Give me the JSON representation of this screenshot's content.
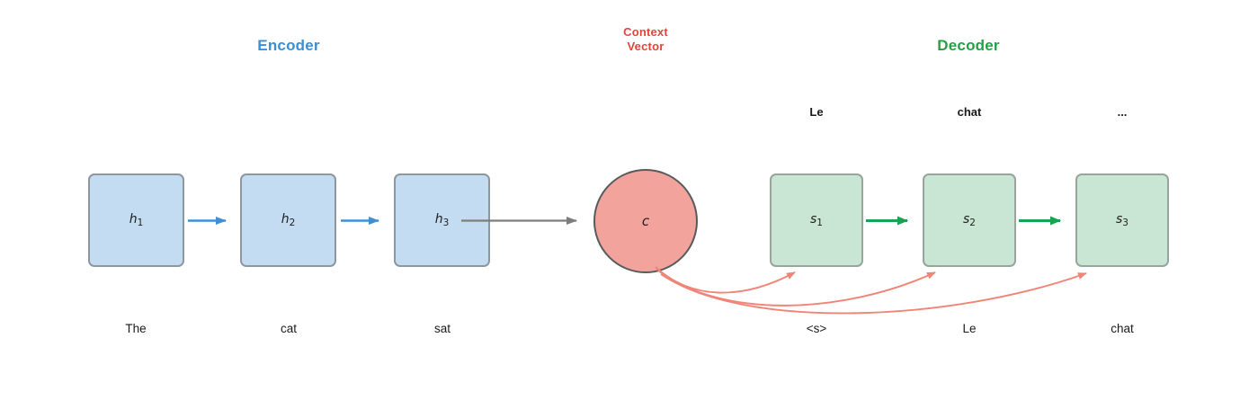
{
  "titles": {
    "encoder": "Encoder",
    "context_line1": "Context",
    "context_line2": "Vector",
    "decoder": "Decoder"
  },
  "encoder": {
    "nodes": [
      {
        "base": "h",
        "sub": "1",
        "word": "The"
      },
      {
        "base": "h",
        "sub": "2",
        "word": "cat"
      },
      {
        "base": "h",
        "sub": "3",
        "word": "sat"
      }
    ]
  },
  "context": {
    "label": "c"
  },
  "decoder": {
    "nodes": [
      {
        "base": "s",
        "sub": "1",
        "output": "Le",
        "input": "<s>"
      },
      {
        "base": "s",
        "sub": "2",
        "output": "chat",
        "input": "Le"
      },
      {
        "base": "s",
        "sub": "3",
        "output": "...",
        "input": "chat"
      }
    ]
  },
  "colors": {
    "encoder_title": "#3d8fd4",
    "context_title": "#e0453a",
    "decoder_title": "#24a147",
    "blue_box_fill": "#c4dcf1",
    "blue_box_border": "#8e979e",
    "green_box_fill": "#c9e6d4",
    "green_box_border": "#97a59c",
    "circle_fill": "#f2a39b",
    "circle_border": "#575b5d",
    "blue_arrow": "#3e8fd6",
    "green_arrow": "#18a352",
    "gray_arrow": "#7d7d7d",
    "red_arrow": "#f08577"
  }
}
